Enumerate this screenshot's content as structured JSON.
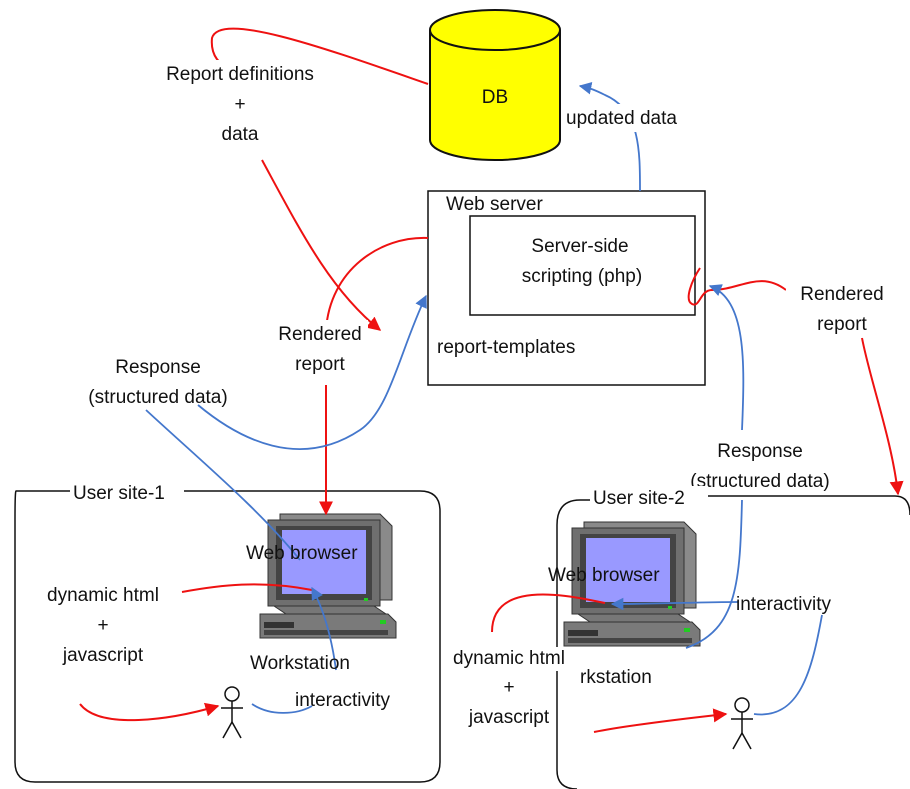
{
  "db": {
    "label": "DB"
  },
  "web_server": {
    "title": "Web server",
    "scripting_line1": "Server-side",
    "scripting_line2": "scripting (php)",
    "templates": "report-templates"
  },
  "labels": {
    "report_definitions": "Report definitions",
    "plus": "+",
    "data": "data",
    "updated_data": "updated data",
    "rendered_report_left_1": "Rendered",
    "rendered_report_left_2": "report",
    "rendered_report_right_1": "Rendered",
    "rendered_report_right_2": "report",
    "response_left_1": "Response",
    "response_left_2": "(structured data)",
    "response_right_1": "Response",
    "response_right_2": "(structured data)"
  },
  "site1": {
    "title": "User site-1",
    "browser": "Web browser",
    "workstation": "Workstation",
    "dyn_html": "dynamic html",
    "plus": "+",
    "javascript": "javascript",
    "interactivity": "interactivity"
  },
  "site2": {
    "title": "User site-2",
    "browser": "Web browser",
    "workstation": "rkstation",
    "dyn_html": "dynamic html",
    "plus": "+",
    "javascript": "javascript",
    "interactivity": "interactivity"
  },
  "colors": {
    "red_flow": "#ee1111",
    "blue_flow": "#4477cc",
    "db_fill": "#ffff00",
    "screen": "#9999ff"
  }
}
